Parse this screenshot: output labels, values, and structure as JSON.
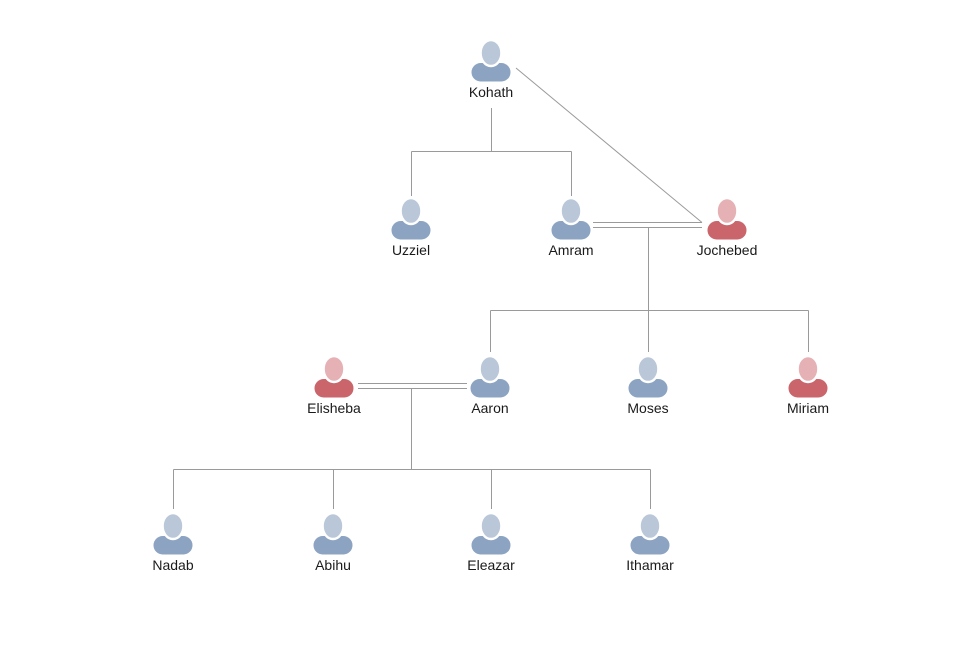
{
  "diagram": {
    "type": "family-tree",
    "people": {
      "kohath": {
        "name": "Kohath",
        "gender": "male"
      },
      "uzziel": {
        "name": "Uzziel",
        "gender": "male"
      },
      "amram": {
        "name": "Amram",
        "gender": "male"
      },
      "jochebed": {
        "name": "Jochebed",
        "gender": "female"
      },
      "elisheba": {
        "name": "Elisheba",
        "gender": "female"
      },
      "aaron": {
        "name": "Aaron",
        "gender": "male"
      },
      "moses": {
        "name": "Moses",
        "gender": "male"
      },
      "miriam": {
        "name": "Miriam",
        "gender": "female"
      },
      "nadab": {
        "name": "Nadab",
        "gender": "male"
      },
      "abihu": {
        "name": "Abihu",
        "gender": "male"
      },
      "eleazar": {
        "name": "Eleazar",
        "gender": "male"
      },
      "ithamar": {
        "name": "Ithamar",
        "gender": "male"
      }
    },
    "relationships": {
      "kohath_children": [
        "Uzziel",
        "Amram",
        "Jochebed"
      ],
      "unions": [
        {
          "partners": [
            "Amram",
            "Jochebed"
          ],
          "children": [
            "Aaron",
            "Moses",
            "Miriam"
          ]
        },
        {
          "partners": [
            "Elisheba",
            "Aaron"
          ],
          "children": [
            "Nadab",
            "Abihu",
            "Eleazar",
            "Ithamar"
          ]
        }
      ]
    }
  },
  "colors": {
    "male-head": "#bac7d8",
    "male-body": "#8ca4c2",
    "female-head": "#e6b1b5",
    "female-body": "#ca656c",
    "line": "#9a9a9a",
    "label": "#1a1a1a",
    "background": "#ffffff"
  }
}
